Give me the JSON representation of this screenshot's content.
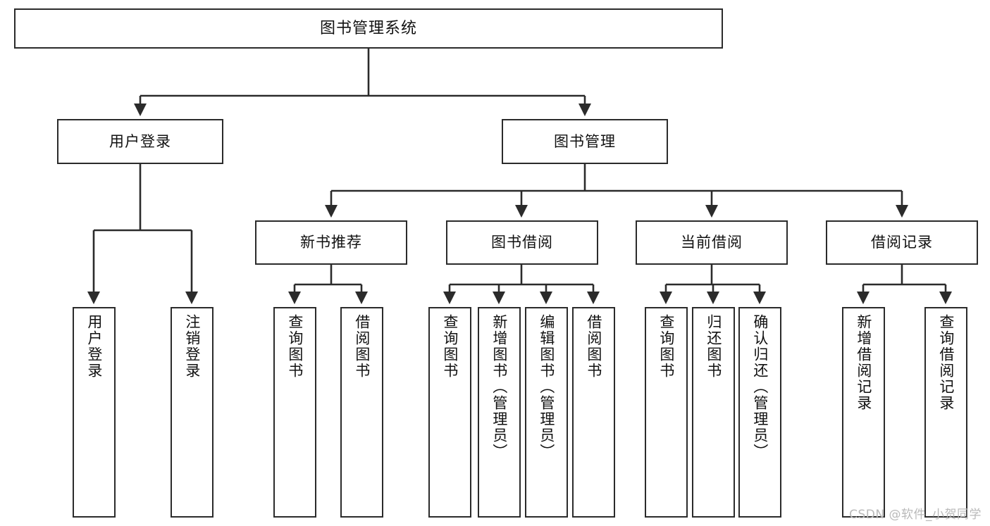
{
  "diagram": {
    "title": "图书管理系统",
    "type": "tree",
    "root": {
      "id": "root",
      "label": "图书管理系统"
    },
    "level2": [
      {
        "id": "user-login",
        "label": "用户登录"
      },
      {
        "id": "book-manage",
        "label": "图书管理"
      }
    ],
    "level3": [
      {
        "id": "new-book-recommend",
        "label": "新书推荐",
        "parent": "book-manage"
      },
      {
        "id": "book-borrow",
        "label": "图书借阅",
        "parent": "book-manage"
      },
      {
        "id": "current-borrow",
        "label": "当前借阅",
        "parent": "book-manage"
      },
      {
        "id": "borrow-record",
        "label": "借阅记录",
        "parent": "book-manage"
      }
    ],
    "leaves": [
      {
        "id": "leaf-user-login",
        "label": "用户登录",
        "parent": "user-login"
      },
      {
        "id": "leaf-logout-login",
        "label": "注销登录",
        "parent": "user-login"
      },
      {
        "id": "leaf-query-book-1",
        "label": "查询图书",
        "parent": "new-book-recommend"
      },
      {
        "id": "leaf-borrow-book-1",
        "label": "借阅图书",
        "parent": "new-book-recommend"
      },
      {
        "id": "leaf-query-book-2",
        "label": "查询图书",
        "parent": "book-borrow"
      },
      {
        "id": "leaf-add-book",
        "label": "新增图书（管理员）",
        "parent": "book-borrow"
      },
      {
        "id": "leaf-edit-book",
        "label": "编辑图书（管理员）",
        "parent": "book-borrow"
      },
      {
        "id": "leaf-borrow-book-2",
        "label": "借阅图书",
        "parent": "book-borrow"
      },
      {
        "id": "leaf-query-book-3",
        "label": "查询图书",
        "parent": "current-borrow"
      },
      {
        "id": "leaf-return-book",
        "label": "归还图书",
        "parent": "current-borrow"
      },
      {
        "id": "leaf-confirm-return",
        "label": "确认归还（管理员）",
        "parent": "current-borrow"
      },
      {
        "id": "leaf-add-record",
        "label": "新增借阅记录",
        "parent": "borrow-record"
      },
      {
        "id": "leaf-query-record",
        "label": "查询借阅记录",
        "parent": "borrow-record"
      }
    ],
    "colors": {
      "stroke": "#2b2b2b",
      "fill": "#ffffff",
      "text": "#111111",
      "watermark": "#b9b9b9"
    }
  },
  "watermark": {
    "text": "CSDN @软件_小贺同学"
  }
}
